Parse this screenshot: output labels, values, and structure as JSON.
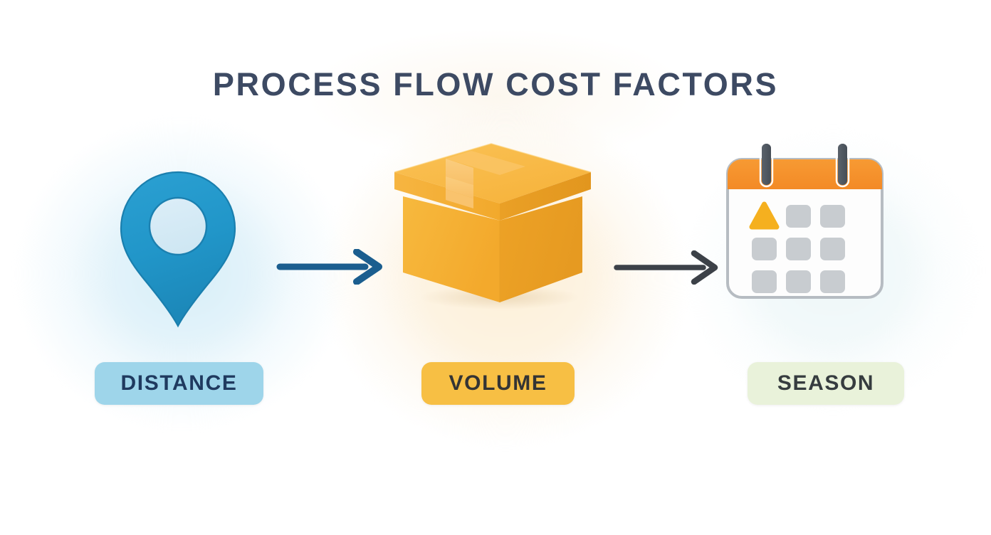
{
  "header": {
    "title": "PROCESS FLOW COST FACTORS"
  },
  "colors": {
    "title_text": "#3d4a63",
    "background": "#ffffff",
    "distance_accent": "#2196c9",
    "distance_pill_bg": "#9ed5ea",
    "distance_pill_text": "#1f3a5f",
    "distance_glow": "#e3f3fa",
    "volume_accent": "#f5ad33",
    "volume_pill_bg": "#f7bf44",
    "volume_pill_text": "#343434",
    "volume_glow": "#fdf3e2",
    "season_accent": "#f5912e",
    "season_pill_bg": "#e9f2da",
    "season_pill_text": "#363c3f",
    "season_glow": "#f2f9fa",
    "arrow_1": "#1b5e8f",
    "arrow_2": "#3c4148",
    "calendar_cell": "#c8ccd0",
    "calendar_marker": "#f5b01f",
    "calendar_ring": "#4e565f",
    "calendar_border": "#b6bcc2"
  },
  "flow": {
    "steps": [
      {
        "id": "distance",
        "label": "DISTANCE",
        "icon": "map-pin-icon",
        "order": 1
      },
      {
        "id": "volume",
        "label": "VOLUME",
        "icon": "package-box-icon",
        "order": 2
      },
      {
        "id": "season",
        "label": "SEASON",
        "icon": "calendar-icon",
        "order": 3
      }
    ],
    "connectors": [
      {
        "id": "arrow-1",
        "icon": "arrow-right-icon",
        "from": "distance",
        "to": "volume"
      },
      {
        "id": "arrow-2",
        "icon": "arrow-right-icon",
        "from": "volume",
        "to": "season"
      }
    ]
  },
  "calendar": {
    "rings": 2,
    "grid_rows": 3,
    "grid_cols": 3,
    "marked_cell": {
      "row": 1,
      "col": 1,
      "shape": "triangle"
    }
  }
}
